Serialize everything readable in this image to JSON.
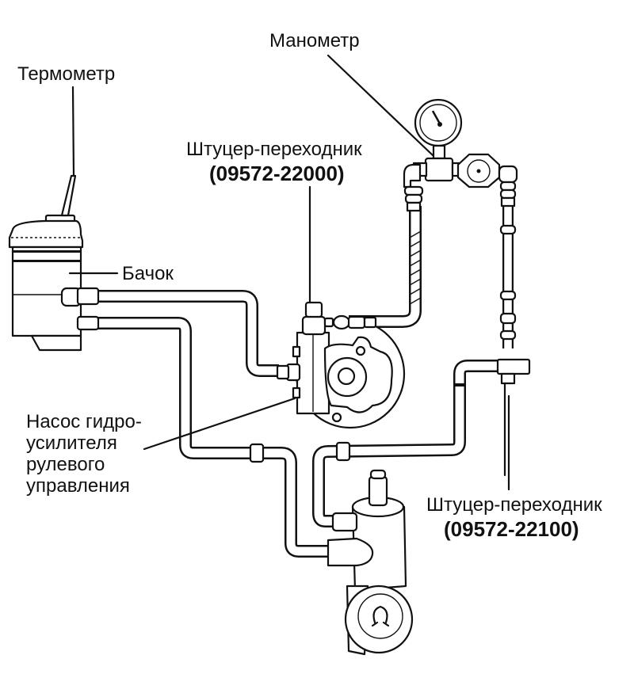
{
  "figure": {
    "type": "diagram",
    "subject": "Power steering pump pressure test setup"
  },
  "labels": {
    "thermometer": "Термометр",
    "pressure_gauge": "Манометр",
    "adapter_top_name": "Штуцер-переходник",
    "adapter_top_part": "(09572-22000)",
    "reservoir": "Бачок",
    "pump_line1": "Насос гидро-",
    "pump_line2": "усилителя",
    "pump_line3": "рулевого",
    "pump_line4": "управления",
    "adapter_bottom_name": "Штуцер-переходник",
    "adapter_bottom_part": "(09572-22100)"
  },
  "colors": {
    "ink": "#111111",
    "background": "#ffffff"
  }
}
